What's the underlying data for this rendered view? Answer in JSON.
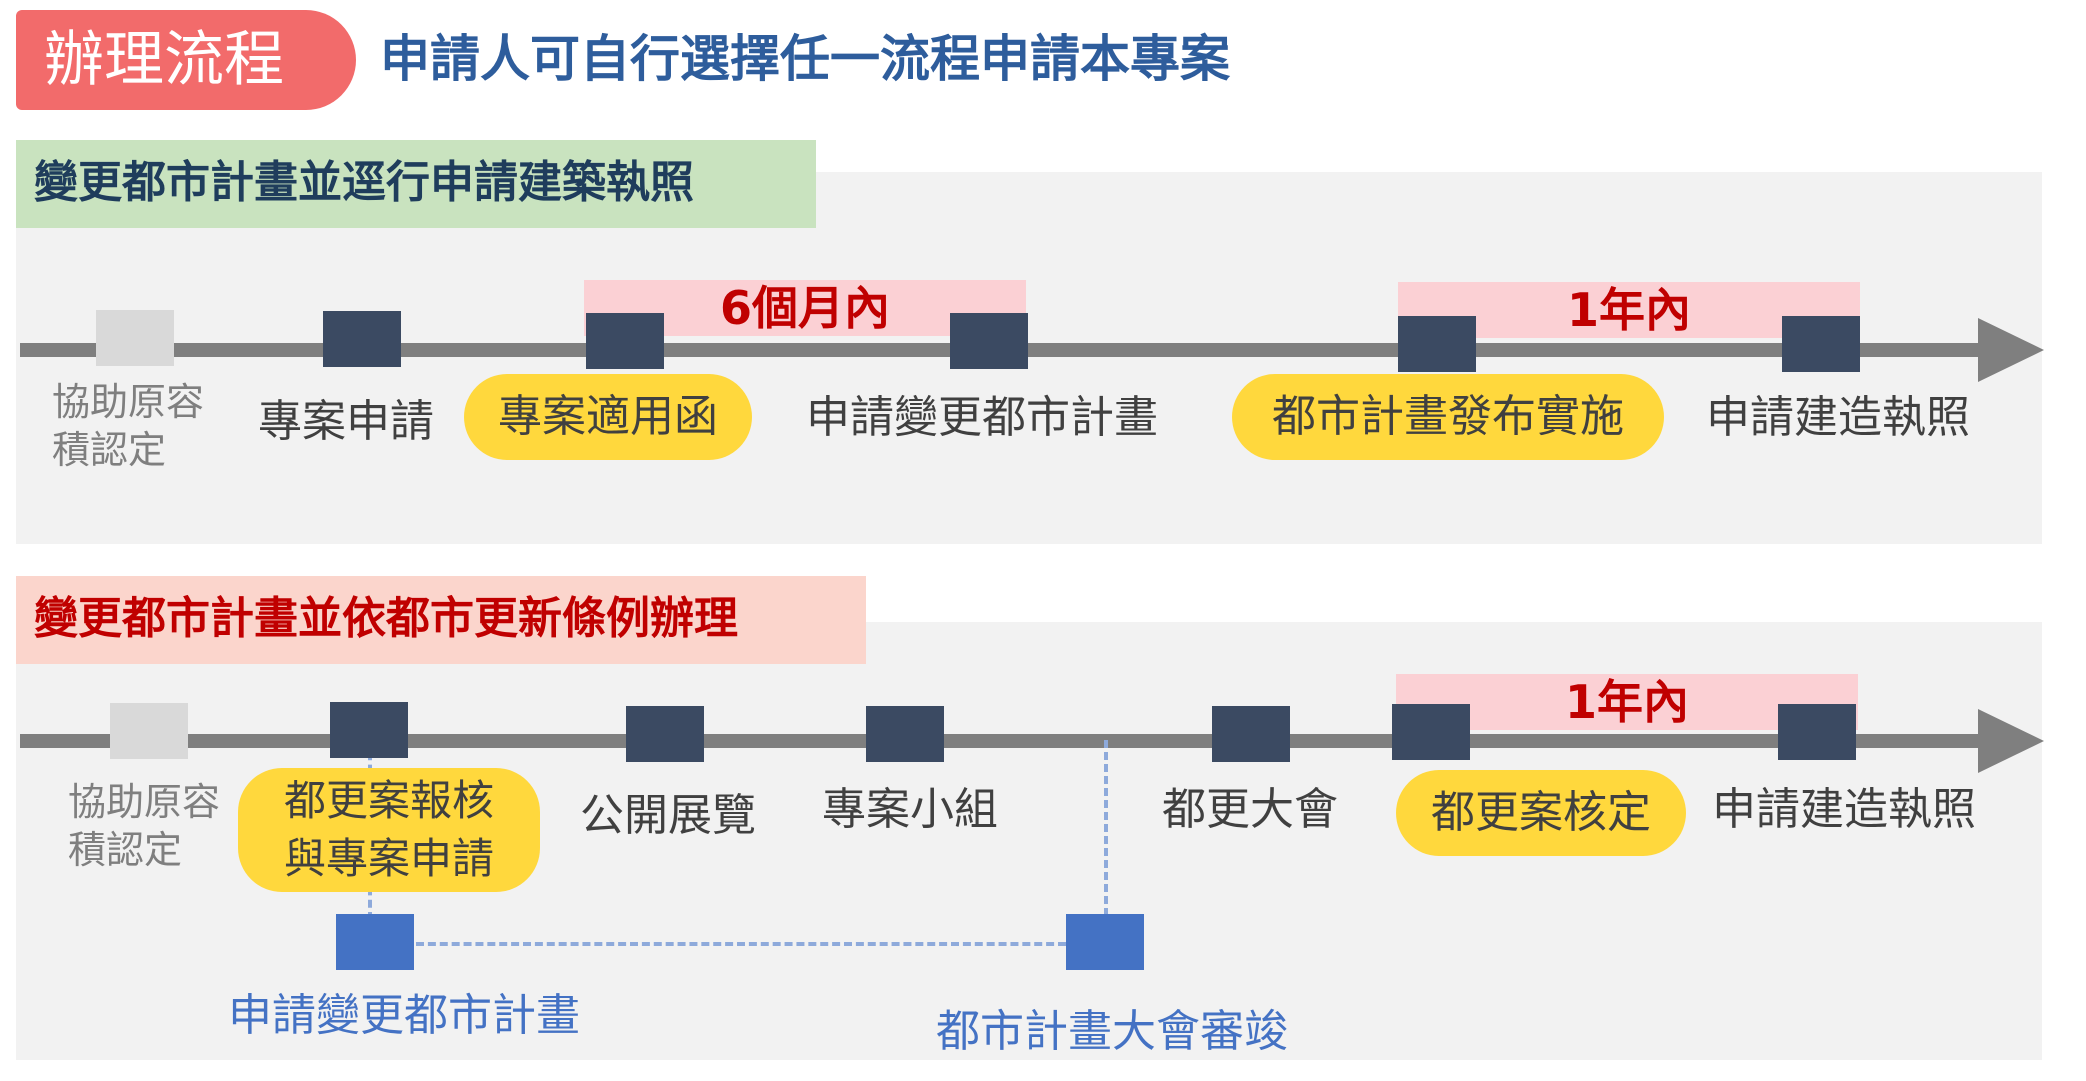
{
  "header": {
    "badge": "辦理流程",
    "subtitle": "申請人可自行選擇任一流程申請本專案"
  },
  "section1": {
    "label": "變更都市計畫並逕行申請建築執照",
    "assist": [
      "協助原容",
      "積認定"
    ],
    "steps": [
      "專案申請",
      "專案適用函",
      "申請變更都市計畫",
      "都市計畫發布實施",
      "申請建造執照"
    ],
    "periods": [
      "6個月內",
      "1年內"
    ]
  },
  "section2": {
    "label": "變更都市計畫並依都市更新條例辦理",
    "assist": [
      "協助原容",
      "積認定"
    ],
    "steps": [
      "都更案報核",
      "與專案申請",
      "公開展覽",
      "專案小組",
      "都更大會",
      "都更案核定",
      "申請建造執照"
    ],
    "periods": [
      "1年內"
    ],
    "branch": [
      "申請變更都市計畫",
      "都市計畫大會審竣"
    ]
  },
  "colors": {
    "badge": "#f26b6b",
    "title": "#2e5d9c",
    "node": "#3b4a62",
    "highlight": "#ffd83d",
    "period_bg": "#fbd0d4",
    "period_text": "#c00000",
    "branch": "#4472c4"
  }
}
